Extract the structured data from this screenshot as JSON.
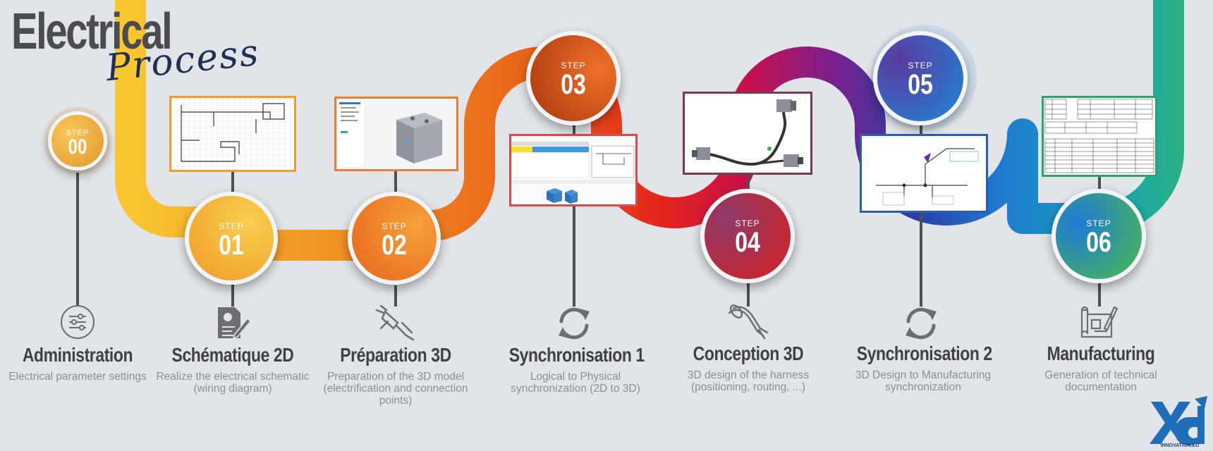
{
  "header": {
    "title": "Electrical",
    "subtitle": "Process"
  },
  "steps": [
    {
      "label": "STEP",
      "num": "00",
      "title": "Administration",
      "desc": "Electrical parameter settings",
      "icon": "sliders-icon"
    },
    {
      "label": "STEP",
      "num": "01",
      "title": "Schématique 2D",
      "desc": "Realize the electrical schematic (wiring diagram)",
      "icon": "schematic-document-icon"
    },
    {
      "label": "STEP",
      "num": "02",
      "title": "Préparation 3D",
      "desc": "Preparation of the 3D model (electrification and connection points)",
      "icon": "plug-icon"
    },
    {
      "label": "STEP",
      "num": "03",
      "title": "Synchronisation 1",
      "desc": "Logical to Physical synchronization (2D to 3D)",
      "icon": "sync-icon"
    },
    {
      "label": "STEP",
      "num": "04",
      "title": "Conception 3D",
      "desc": "3D design of the harness (positioning, routing, ...)",
      "icon": "cable-harness-icon"
    },
    {
      "label": "STEP",
      "num": "05",
      "title": "Synchronisation 2",
      "desc": "3D Design to Manufacturing synchronization",
      "icon": "sync-icon"
    },
    {
      "label": "STEP",
      "num": "06",
      "title": "Manufacturing",
      "desc": "Generation of technical documentation",
      "icon": "blueprint-pencil-icon"
    }
  ],
  "logo": {
    "text": "INNOVATION.EU"
  },
  "colors": {
    "yellow": "#f7c331",
    "orange": "#f08a1f",
    "red_orange": "#e0501b",
    "crimson": "#c4123f",
    "purple": "#7a1d7a",
    "blue": "#1d6ec4",
    "teal": "#16a896",
    "green": "#3cb44a"
  }
}
